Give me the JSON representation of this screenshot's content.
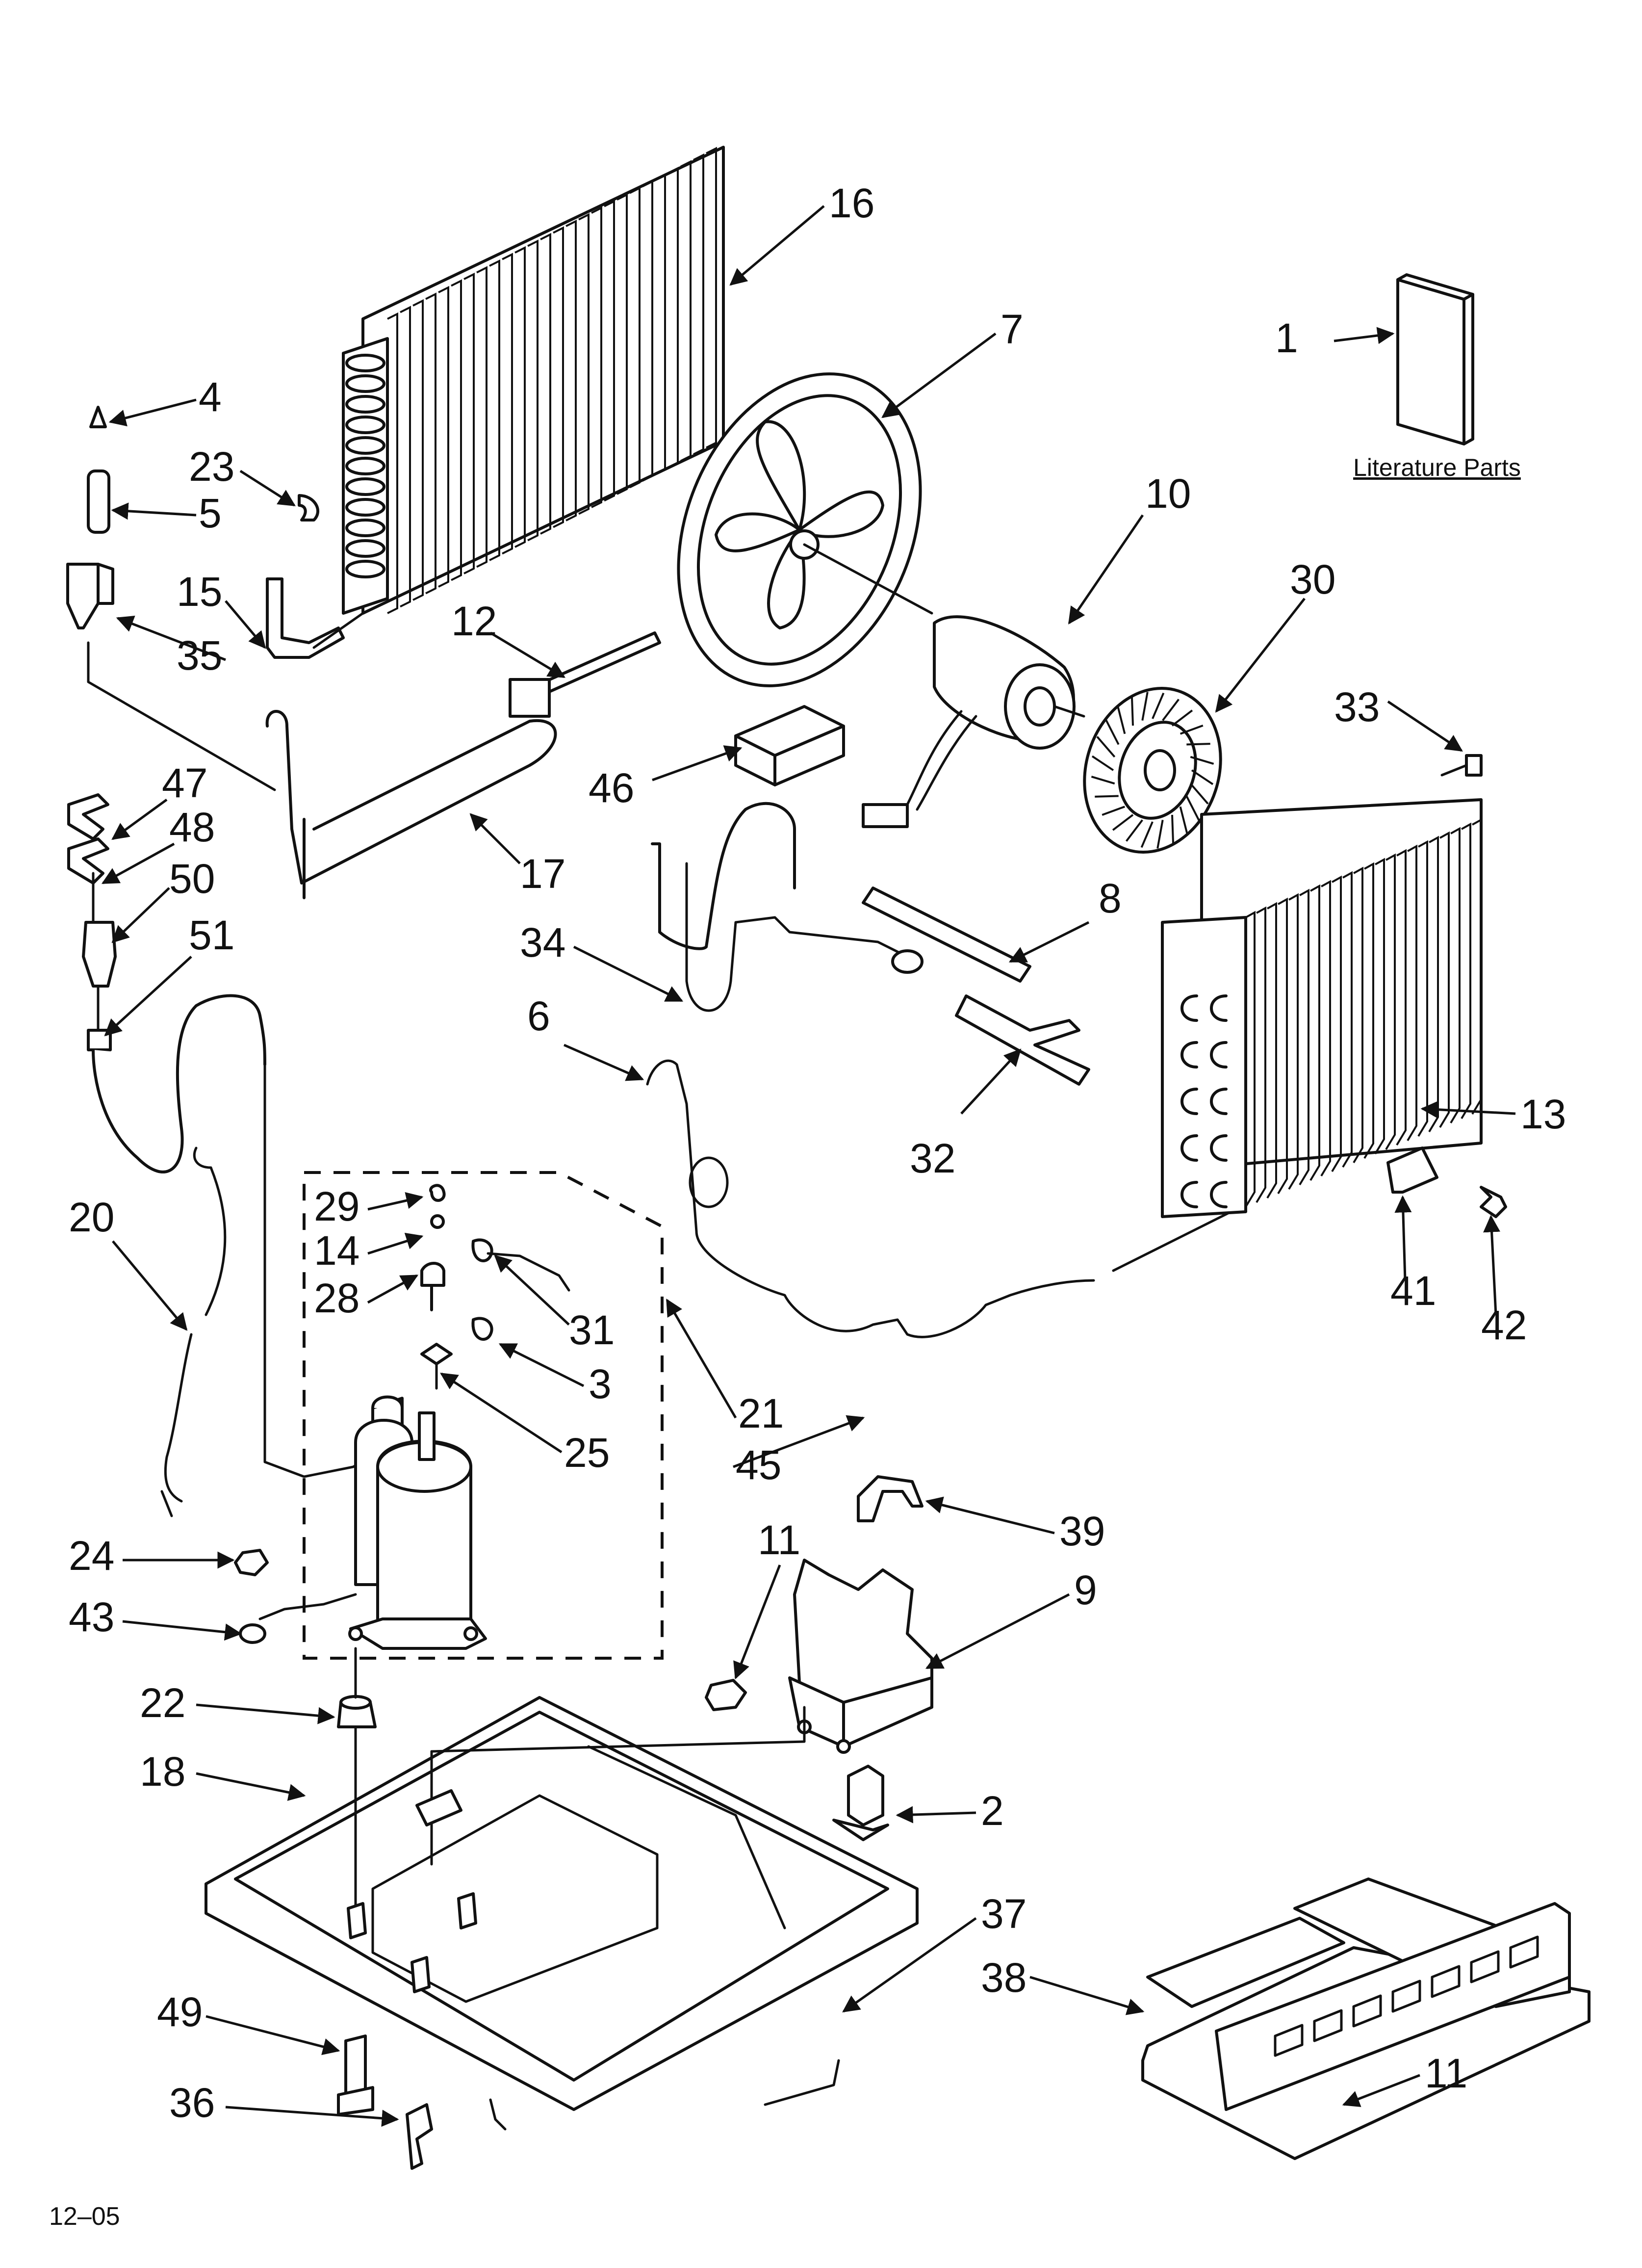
{
  "literature_caption": "Literature Parts",
  "date_code": "12–05",
  "callouts": [
    "1",
    "2",
    "3",
    "4",
    "5",
    "6",
    "7",
    "8",
    "9",
    "10",
    "11",
    "11",
    "12",
    "13",
    "14",
    "15",
    "16",
    "17",
    "18",
    "20",
    "21",
    "22",
    "23",
    "24",
    "25",
    "28",
    "29",
    "30",
    "31",
    "32",
    "33",
    "34",
    "35",
    "36",
    "37",
    "38",
    "39",
    "41",
    "42",
    "43",
    "45",
    "46",
    "47",
    "48",
    "49",
    "50",
    "51"
  ],
  "colors": {
    "line": "#111111",
    "paper": "#ffffff"
  }
}
